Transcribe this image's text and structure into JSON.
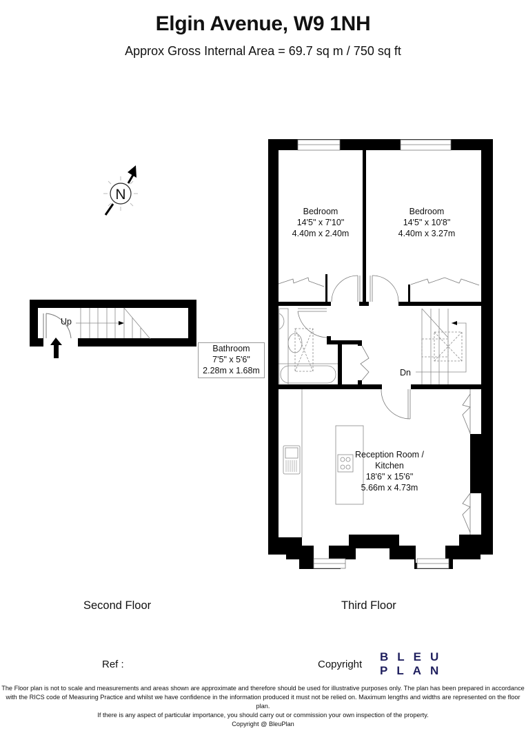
{
  "header": {
    "title": "Elgin Avenue, W9 1NH",
    "subtitle": "Approx Gross Internal Area = 69.7 sq m / 750 sq ft"
  },
  "compass": {
    "label": "N",
    "icon": "north-arrow-icon"
  },
  "floors": [
    {
      "name": "Second Floor",
      "labels": {
        "stairs": "Up"
      }
    },
    {
      "name": "Third Floor",
      "labels": {
        "stairs": "Dn"
      }
    }
  ],
  "rooms": {
    "bedroom1": {
      "name": "Bedroom",
      "imperial": "14'5\" x 7'10\"",
      "metric": "4.40m x 2.40m"
    },
    "bedroom2": {
      "name": "Bedroom",
      "imperial": "14'5\" x 10'8\"",
      "metric": "4.40m x 3.27m"
    },
    "bathroom": {
      "name": "Bathroom",
      "imperial": "7'5\" x 5'6\"",
      "metric": "2.28m x 1.68m"
    },
    "reception": {
      "name_line1": "Reception Room /",
      "name_line2": "Kitchen",
      "imperial": "18'6\" x 15'6\"",
      "metric": "5.66m x 4.73m"
    }
  },
  "footer": {
    "ref_label": "Ref  :",
    "copyright_label": "Copyright",
    "logo_line1": "BLEU",
    "logo_line2": "PLAN",
    "logo_color": "#1f1f5e",
    "disclaimer": [
      "The Floor plan is not to scale and measurements and areas shown are approximate and therefore should be used for illustrative purposes only. The plan has been prepared in accordance",
      "with the RICS code of Measuring Practice and whilst we have confidence in the information produced it must not be relied on. Maximum lengths and widths are represented on the floor plan.",
      "If there is any aspect of particular importance, you should carry out or commission your own inspection of the property.",
      "Copyright @ BleuPlan"
    ]
  }
}
